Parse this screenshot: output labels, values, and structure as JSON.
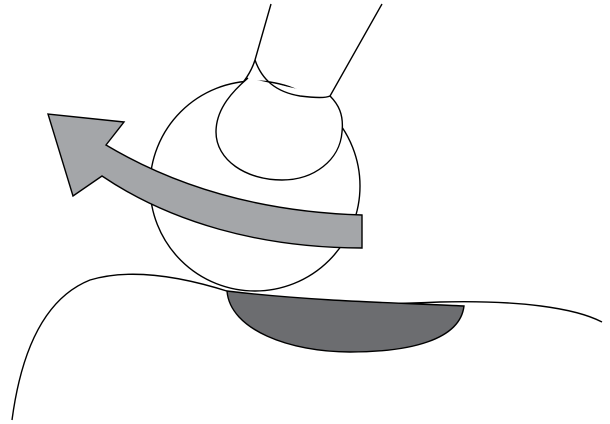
{
  "diagram": {
    "colors": {
      "background": "#ffffff",
      "outline": "#000000",
      "handle_fill": "#ffffff",
      "ball_fill": "#ffffff",
      "arrow_fill": "#a4a6a9",
      "arrow_stroke": "#000000",
      "pad_fill": "#6c6d70",
      "surface_fill": "#ffffff"
    },
    "parts": [
      {
        "name": "surface",
        "icon": "skin-surface-curve"
      },
      {
        "name": "contact-pad",
        "icon": "dark-lens-pad"
      },
      {
        "name": "ball-head",
        "icon": "sphere-outline"
      },
      {
        "name": "handle",
        "icon": "tool-handle-outline"
      },
      {
        "name": "rotation-arrow",
        "icon": "curved-arrow-left"
      }
    ]
  }
}
